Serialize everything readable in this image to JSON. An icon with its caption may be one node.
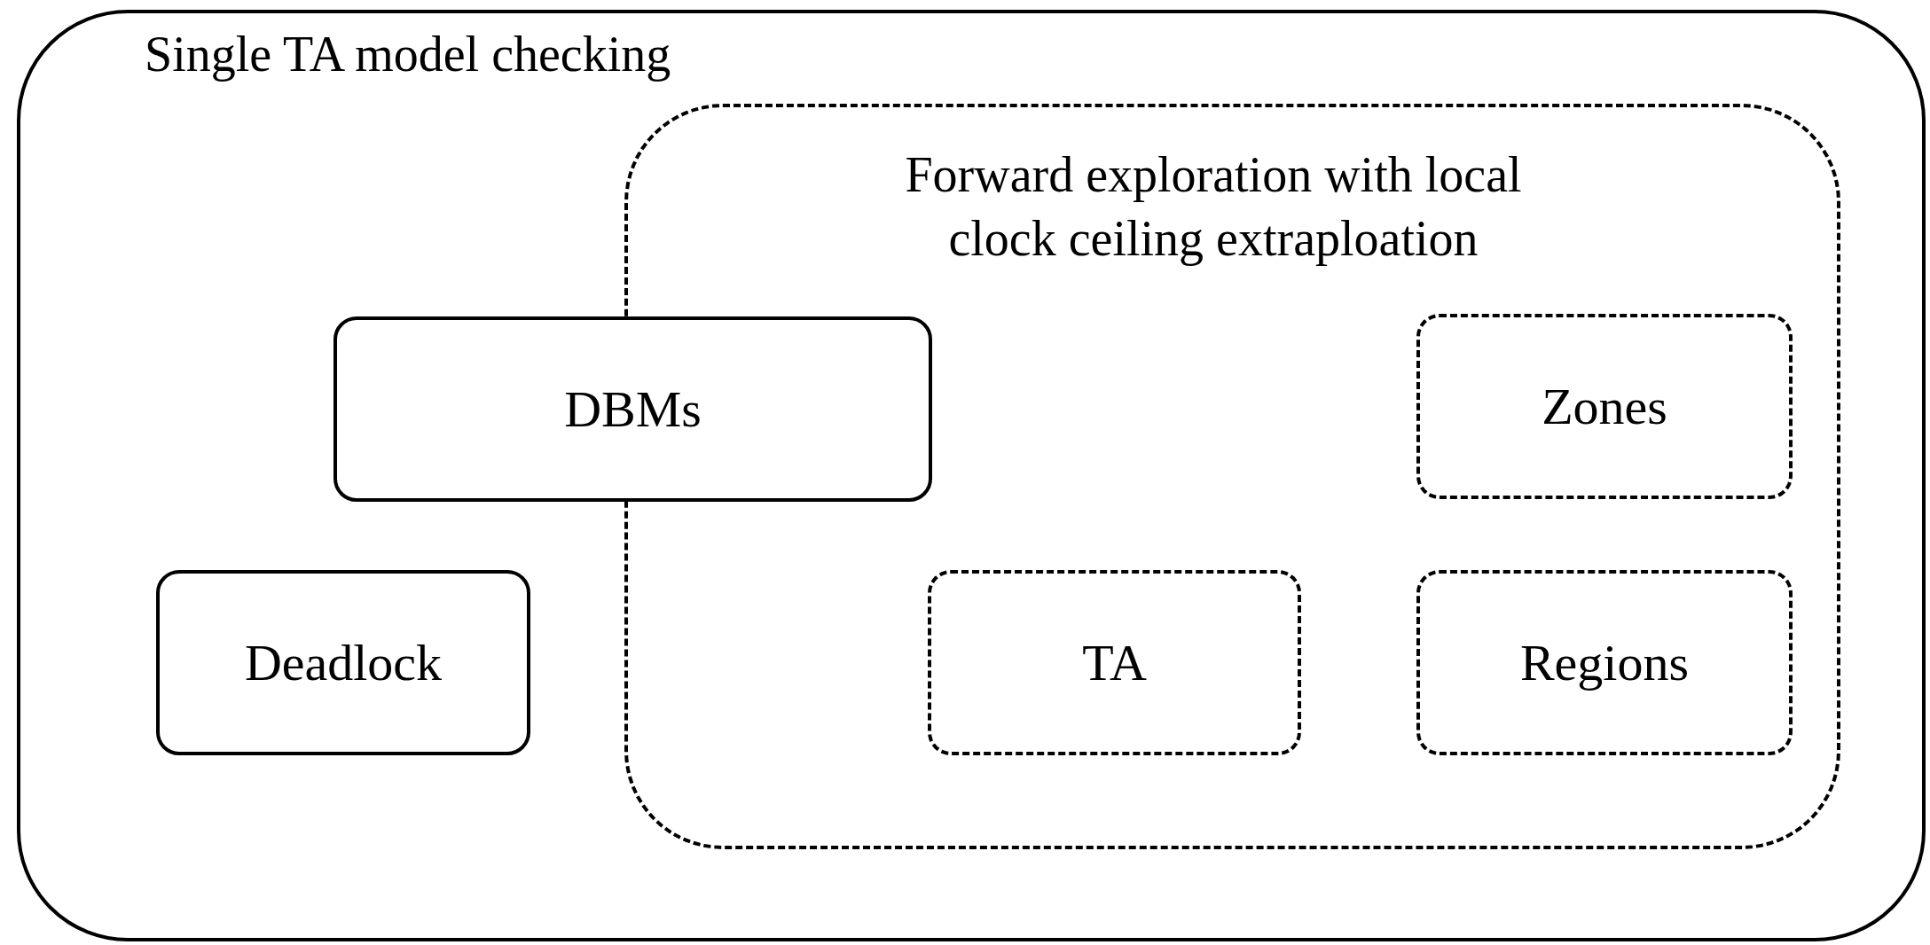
{
  "diagram": {
    "nodes": [
      {
        "text": [
          "Single TA model checking"
        ]
      },
      {
        "text": [
          "Forward exploration with local clock ceiling extraploation"
        ],
        "in": 0
      },
      {
        "text": [
          "DBMs"
        ],
        "in": 0
      },
      {
        "text": [
          "Zones"
        ],
        "in": 1
      },
      {
        "text": [
          "Deadlock"
        ],
        "in": 0
      },
      {
        "text": [
          "TA"
        ],
        "in": 1
      },
      {
        "text": [
          "Regions"
        ],
        "in": 1
      }
    ]
  }
}
